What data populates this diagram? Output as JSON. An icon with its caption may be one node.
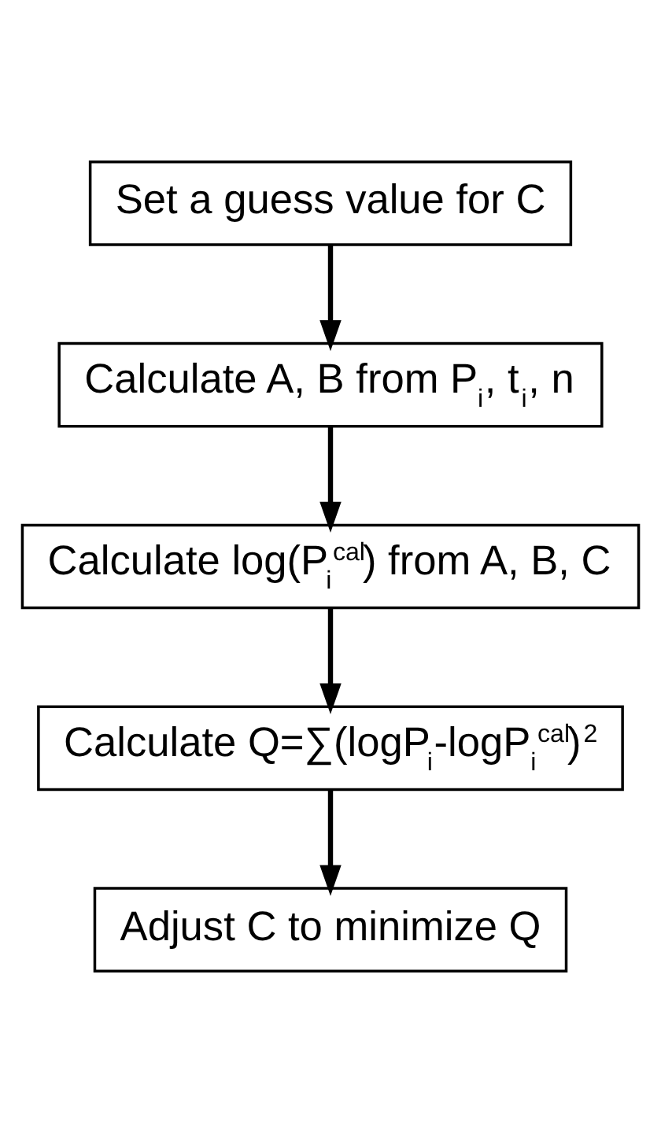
{
  "diagram": {
    "nodes": [
      {
        "text": [
          "Set a guess value for C"
        ]
      },
      {
        "text": [
          "Calculate A, B from P$_{i}$, t$_{i}$, n"
        ]
      },
      {
        "text": [
          "Calculate log(P$_{i}$$^{cal}$) from A, B, C"
        ]
      },
      {
        "text": [
          "Calculate Q=∑(logP$_{i}$-logP$_{i}$$^{cal}$)$^{2}$"
        ]
      },
      {
        "text": [
          "Adjust C to minimize Q"
        ]
      }
    ],
    "edges": [
      {
        "from": 0,
        "to": 1,
        "arrow": "to"
      },
      {
        "from": 1,
        "to": 2,
        "arrow": "to"
      },
      {
        "from": 2,
        "to": 3,
        "arrow": "to"
      },
      {
        "from": 3,
        "to": 4,
        "arrow": "to"
      }
    ]
  }
}
